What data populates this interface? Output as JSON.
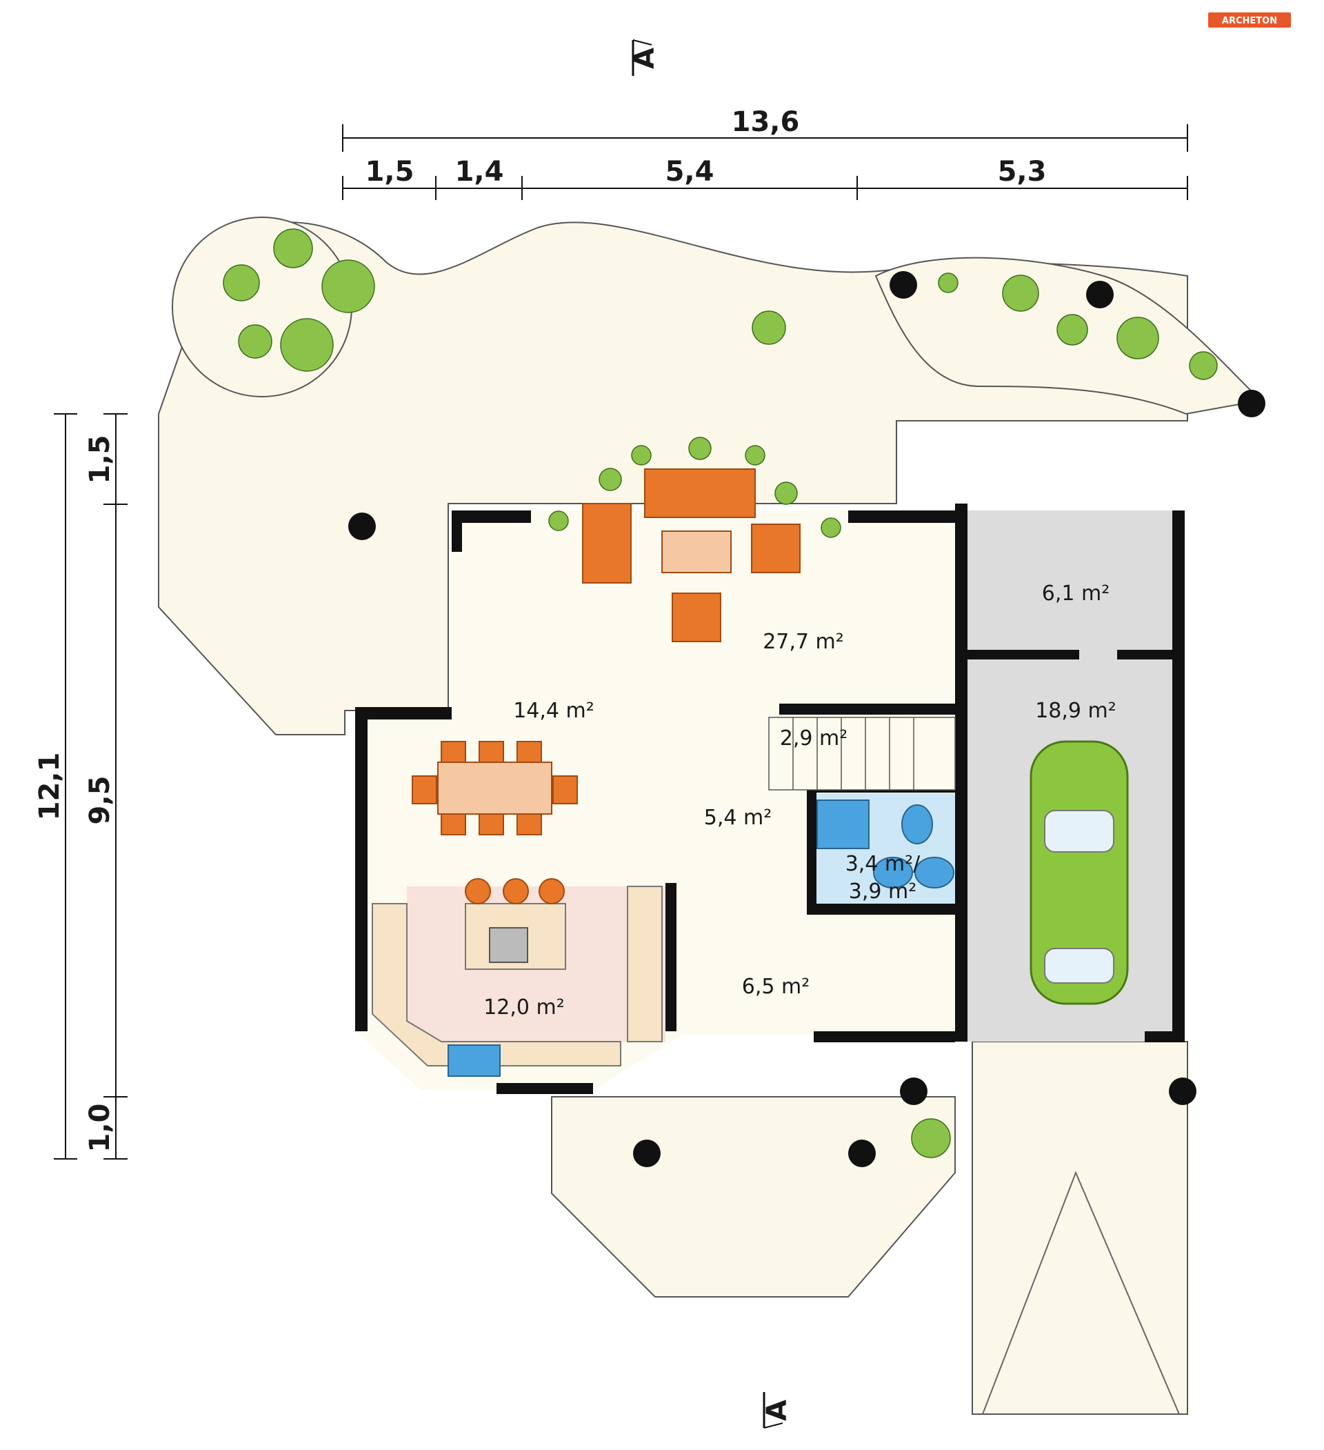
{
  "brand": {
    "logo_text": "ARCHETON",
    "color": "#e8572a"
  },
  "section_marker": "A",
  "dimensions": {
    "total_width": "13,6",
    "segments_top": [
      "1,5",
      "1,4",
      "5,4",
      "5,3"
    ],
    "total_depth": "12,1",
    "segments_left": [
      "1,5",
      "9,5",
      "1,0"
    ]
  },
  "rooms": {
    "living": "27,7 m²",
    "dining": "14,4 m²",
    "stairs": "2,9 m²",
    "hall": "5,4 m²",
    "bath_line1": "3,4 m²/",
    "bath_line2": "3,9 m²",
    "kitchen": "12,0 m²",
    "entrance": "6,5 m²",
    "boiler": "6,1 m²",
    "garage": "18,9 m²"
  },
  "colors": {
    "wall": "#111111",
    "floor": "#fdfbef",
    "furniture": "#e8772a",
    "plants": "#8bc34a",
    "car": "#8cc63f",
    "bath": "#4aa3df"
  }
}
